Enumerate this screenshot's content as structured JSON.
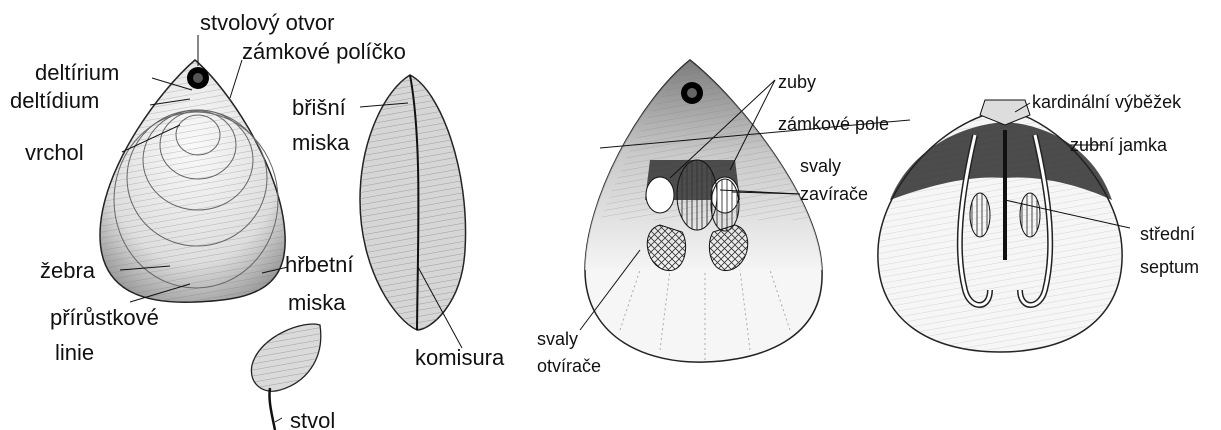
{
  "labels": {
    "stvolovy_otvor": "stvolový otvor",
    "zamkove_policko": "zámkové políčko",
    "deltirium": "deltírium",
    "deltidium": "deltídium",
    "vrchol": "vrchol",
    "zebra": "žebra",
    "prirustkove": "přírůstkové",
    "linie": "linie",
    "brisni": "břišní",
    "miska_top": "miska",
    "hrbetni": "hřbetní",
    "miska_bottom": "miska",
    "komisura": "komisura",
    "stvol": "stvol",
    "zuby": "zuby",
    "zamkove_pole": "zámkové pole",
    "svaly_top": "svaly",
    "zaviraci": "zavírače",
    "svaly_bottom": "svaly",
    "otvirace": "otvírače",
    "kardinalni": "kardinální výběžek",
    "zubni_jamka": "zubní jamka",
    "stredni": "střední",
    "septum": "septum"
  },
  "colors": {
    "ink": "#111111",
    "shell_fill": "#f2f2f2",
    "shell_dark": "#7a7a7a",
    "muscle_fill": "#dcdcdc"
  }
}
